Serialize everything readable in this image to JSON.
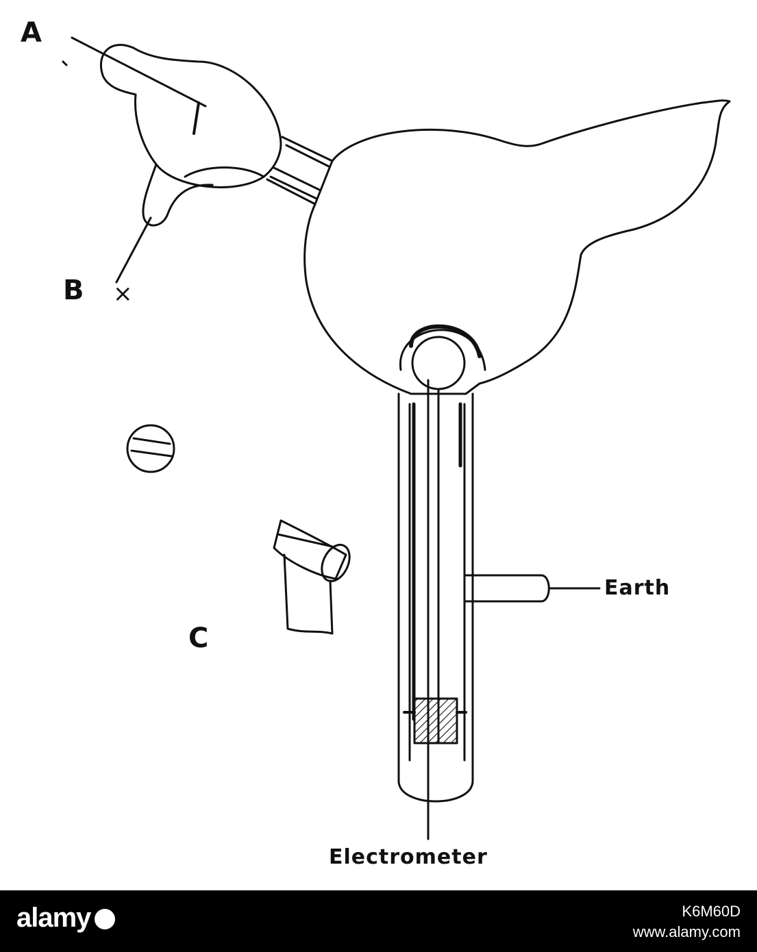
{
  "labels": {
    "a": "A",
    "b": "B",
    "b_mark": "×",
    "c": "C",
    "earth": "Earth",
    "electrometer": "Electrometer"
  },
  "footer": {
    "brand": "alamy",
    "image_id": "K6M60D",
    "site": "www.alamy.com"
  },
  "colors": {
    "ink": "#111111",
    "footer_bg": "#000000",
    "footer_text": "#ffffff"
  }
}
